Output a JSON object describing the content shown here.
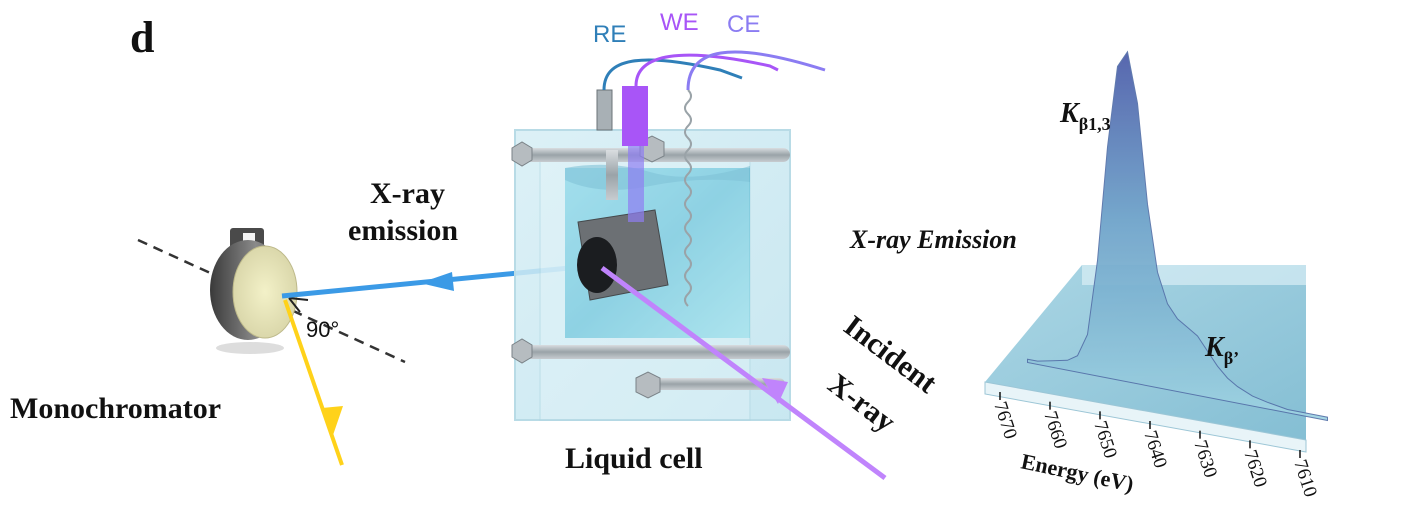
{
  "panel_letter": "d",
  "electrodes": {
    "re": {
      "label": "RE",
      "color": "#2f7fb8"
    },
    "we": {
      "label": "WE",
      "color": "#a855f7"
    },
    "ce": {
      "label": "CE",
      "color": "#8b7cf2"
    }
  },
  "labels": {
    "emission_line1": "X-ray",
    "emission_line2": "emission",
    "monochromator": "Monochromator",
    "angle": "90°",
    "liquid_cell": "Liquid cell",
    "incident_line1": "Incident",
    "incident_line2": "X-ray",
    "spectrum_title": "X-ray Emission"
  },
  "peaks": {
    "main_base": "K",
    "main_sub": "β1,3",
    "minor_base": "K",
    "minor_sub": "β’"
  },
  "beam_colors": {
    "emission": "#3b9ae6",
    "incident": "#c084fc",
    "diffracted": "#ffd21a"
  },
  "chart_data": {
    "type": "area",
    "title": "X-ray Emission",
    "xlabel": "Energy (eV)",
    "x_ticks": [
      "7670",
      "7660",
      "7650",
      "7640",
      "7630",
      "7620",
      "7610"
    ],
    "x_values": [
      7670,
      7668,
      7665,
      7662,
      7660,
      7658,
      7656,
      7654,
      7652,
      7650,
      7648,
      7646,
      7644,
      7642,
      7640,
      7638,
      7636,
      7634,
      7632,
      7630,
      7628,
      7625,
      7622,
      7620,
      7618,
      7615,
      7612,
      7610
    ],
    "y_values": [
      0.01,
      0.01,
      0.02,
      0.03,
      0.05,
      0.12,
      0.35,
      0.7,
      0.95,
      1.0,
      0.85,
      0.55,
      0.35,
      0.26,
      0.22,
      0.2,
      0.18,
      0.14,
      0.1,
      0.07,
      0.05,
      0.03,
      0.02,
      0.015,
      0.01,
      0.01,
      0.01,
      0.01
    ],
    "annotations": [
      "Kβ1,3",
      "Kβ’"
    ]
  }
}
